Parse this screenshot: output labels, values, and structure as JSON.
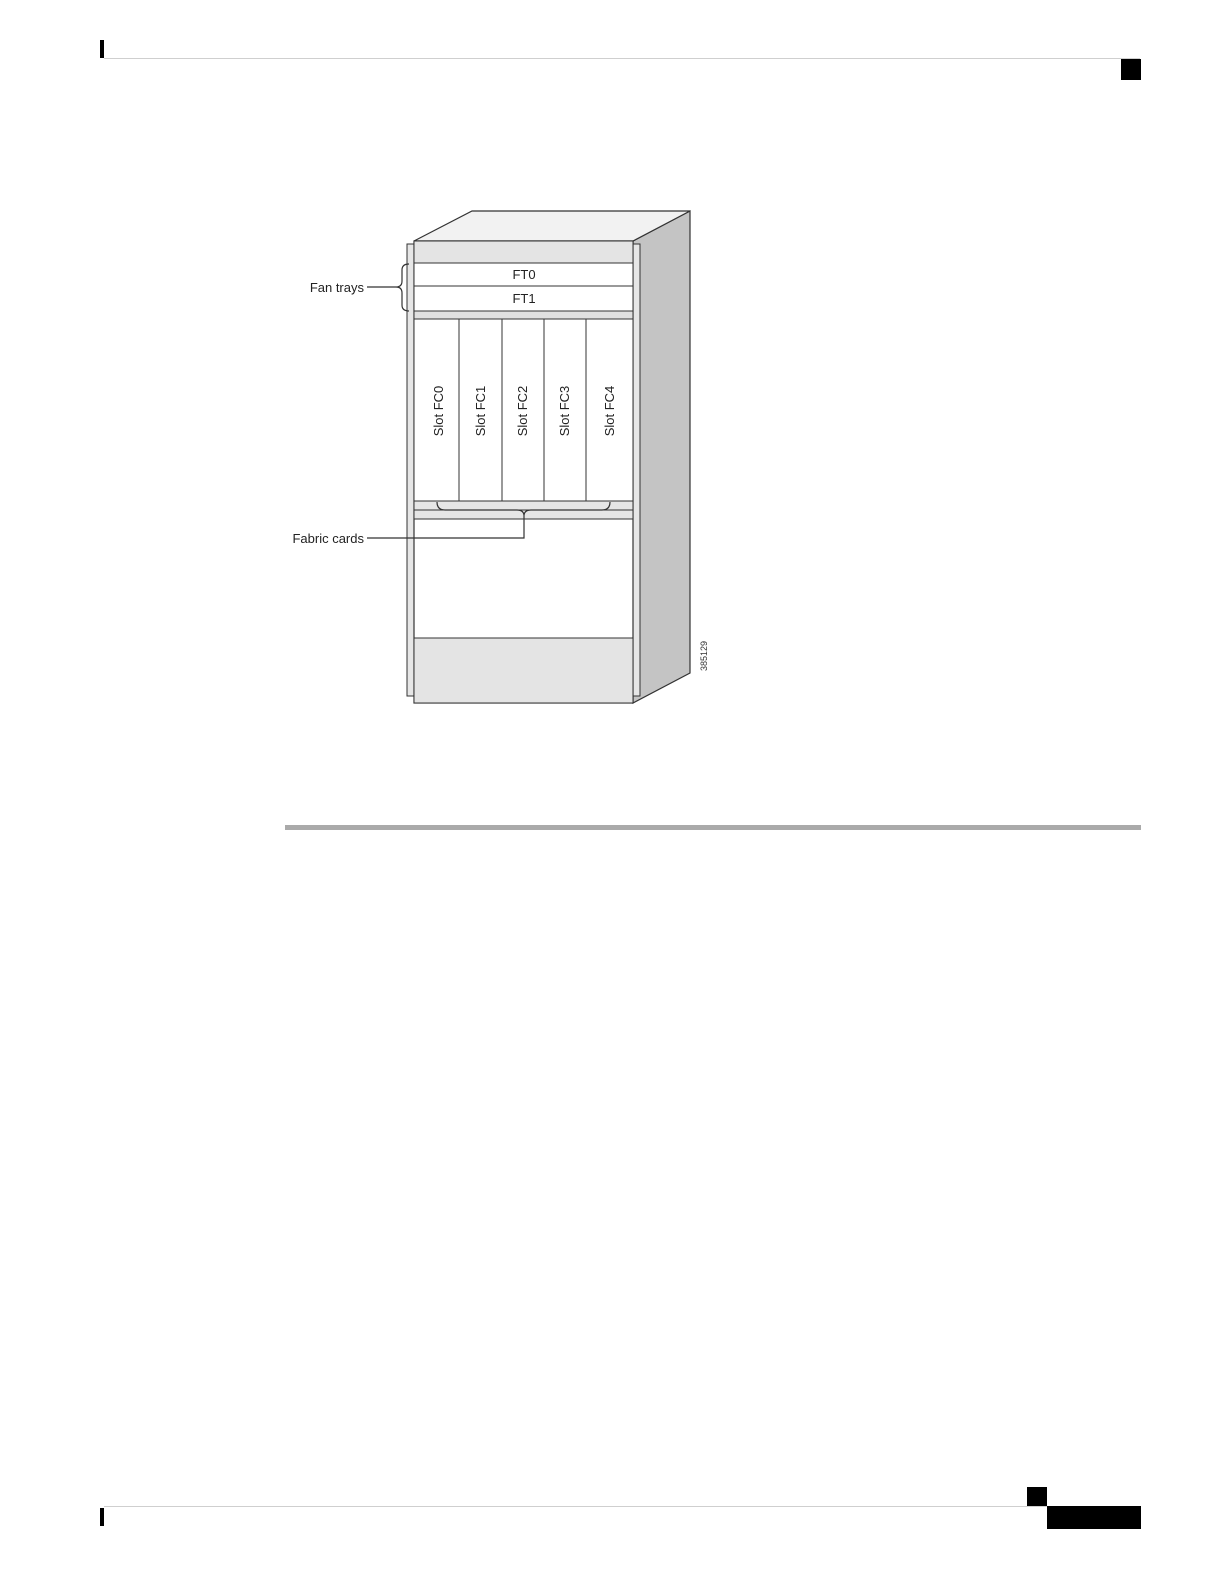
{
  "page": {
    "accent_color": "#000000",
    "rule_color": "#aaaaaa"
  },
  "figure": {
    "fan_trays_label": "Fan trays",
    "fabric_cards_label": "Fabric cards",
    "fan_trays": [
      "FT0",
      "FT1"
    ],
    "slots": [
      "Slot FC0",
      "Slot FC1",
      "Slot FC2",
      "Slot FC3",
      "Slot FC4"
    ],
    "figure_id": "385129"
  }
}
